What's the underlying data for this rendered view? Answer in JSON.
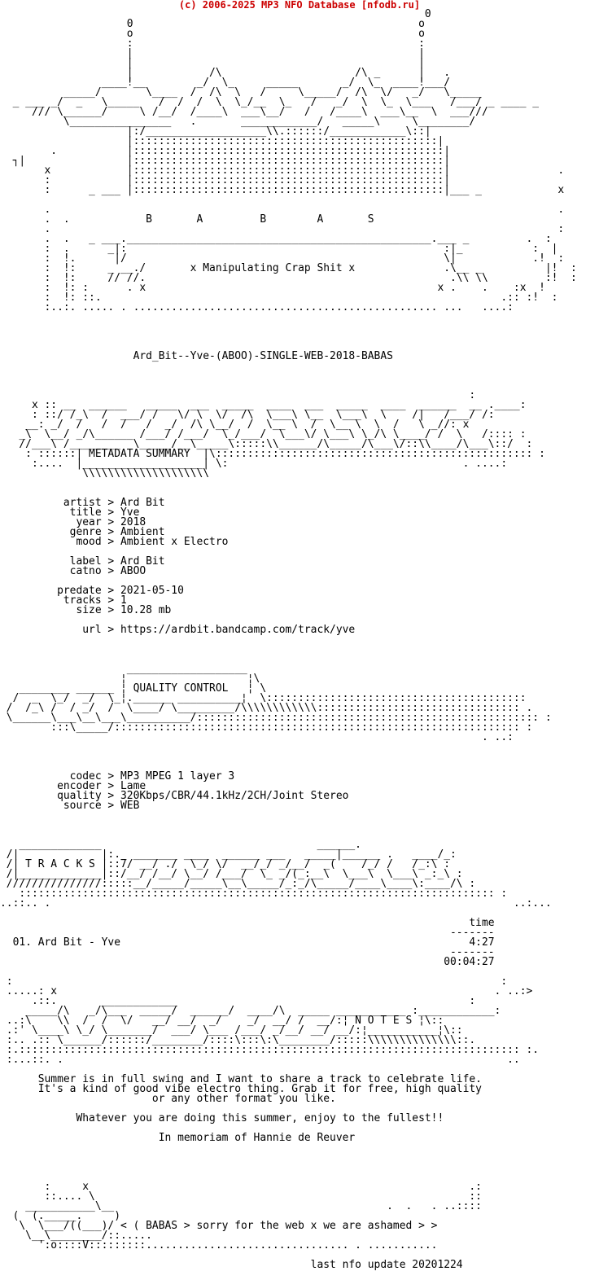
{
  "header": {
    "text": "(c) 2006-2025 MP3 NFO Database [nfodb.ru]",
    "color": "#cc0000"
  },
  "nfo": {
    "lines": [
      "                                                                   0",
      "                    0                                             o",
      "                    o                                             o",
      "                    :                                             :",
      "                    |                                             |",
      "                    |                                             |",
      "                    |            /\\                     /\\ _      |   .",
      "                ____!__        _/  \\_     _____       _/  \\_  ____!___/",
      "          _____/       \\____  /  /\\  \\   /     \\_____/  /\\  \\/   _/   \\_____",
      "  _ ___ _/  _   \\_____   /  /  /  \\  \\_/__  \\_   /   _/  \\  \\_  \\___   /___/ _ ____ _",
      "     /// \\______/     \\ /__/  /____\\  ___\\__/   /   /____\\  ___\\__  \\  ___/// ",
      "          \\________________   .       ____________/   _____\\     \\________/",
      "                    |:/___________________\\\\.::::::/____________\\::|",
      "                    |::::::::::::::::::::::::::::::::::::::::::::::::|",
      "        .           |:::::::::::::::::::::::::::::::::::::::::::::::::|",
      "  ┐|                |:::::::::::::::::::::::::::::::::::::::::::::::::|",
      "       x            |:::::::::::::::::::::::::::::::::::::::::::::::::|                 .",
      "       :            |:::::::::::::::::::::::::::::::::::::::::::::::::|",
      "       :      _ ___ |:::::::::::::::::::::::::::::::::::::::::::::::::|___ _            x",
      "",
      "       .                                                                                .",
      "       .  .            B       A         B        A       S",
      "       .                                                                                :",
      "       .  .   _ ___.________________________________________________.___ _         .  :",
      "       :  .      _|:                                                  :|_           :  |",
      "       :  !.      |/                                                  \\|            .!  :",
      "       :  !:     _ __./       x Manipulating Crap Shit x              .\\__ _          |!  :",
      "       :  !:     // //.                                                .\\\\ \\\\         :!  :",
      "       :  !: :      . x                                              x .    .    :x  !",
      "       :  !: ::.                                                               .:: :!  :",
      "       :..:. ..... . ................................................ ...   ....:",
      "",
      "",
      "",
      "",
      "                     Ard_Bit--Yve-(ABOO)-SINGLE-WEB-2018-BABAS",
      "",
      "",
      "",
      "                                                                          :",
      "     x :: __  ______   _____  ___  _____  ____  ___  _____  ____  ______  __ .____:",
      "     : ::/ /_\\  /  ___/ /   \\/ \\  \\/  /\\  \\___\\ \\__  \\___\\  \\    /|   /___/ /:",
      "    __: _/  /   /  /   /  _/  /\\ \\__/  /  \\__ \\  /  \\__ \\  \\  /   \\ _//: x",
      "   _\\  \\__/ _/\\______ /___/ /___/  \\_/___/  \\___\\/ \\___\\ \\_/\\ \\____/ /  \\   /:::: :",
      "   //___\\ /________  \\_____/__\\_____\\:::::\\\\______/\\_____/\\___\\/::\\\\____/\\___\\::/  :",
      "    : ::::::| METADATA SUMMARY  |\\:::::::::::::::::::::::::::::::::::::::::::::::::: :",
      "     :....  |___________________| \\:                                     . ....:",
      "             \\\\\\\\\\\\\\\\\\\\\\\\\\\\\\\\\\\\\\\\",
      "",
      "",
      "          artist > Ard Bit",
      "           title > Yve",
      "            year > 2018",
      "           genre > Ambient",
      "            mood > Ambient x Electro",
      "",
      "           label > Ard Bit",
      "           catno > ABOO",
      "",
      "         predate > 2021-05-10",
      "          tracks > 1",
      "            size > 10.28 mb",
      "",
      "             url > https://ardbit.bandcamp.com/track/yve",
      "",
      "",
      "",
      "                    ___________________",
      "                   ¦                   ¦\\",
      "   ________ ______ ¦ QUALITY CONTROL   ¦ \\",
      "  /  _  \\_/  _/  \\_¦.______ __________¦  \\::::::::::::::::::::::::::::::::::::::::: ",
      " /  /_\\ /  / _/  /  \\____/ \\_________/\\\\\\\\\\\\\\\\\\\\\\\\:::::::::::::::::::::::::::::::: .",
      " \\______\\___\\__\\___\\__________/:::::::::::::::::::::::::::::::::::::::::::::::::::::: :",
      "        :::\\_____/:::::::::::::::::::::::::::::::::::::::::::::::::::::::::::::::: :",
      "                                                                            . ..:",
      "",
      "",
      "",
      "           codec > MP3 MPEG 1 layer 3",
      "         encoder > Lame",
      "         quality > 320Kbps/CBR/44.1kHz/2CH/Joint Stereo",
      "          source > WEB",
      "",
      "",
      "",
      "   _____________                                  ______.",
      " /|             |:._ _______ ____  ______ ___   _____|______ .   ____/_:",
      " /| T R A C K S |::7/ __/ ./  \\_/ \\/  __/_/ _/__/  _(    /_/ /   /_:\\ :",
      " /|_____________|::/__/ /__/ \\__/ /___/  \\_ _/(_:__\\  \\___\\  \\___\\ _:_\\ :",
      " ///////////////:::::__/_____/_____\\__\\_____/_:_/\\_____/____\\____\\:____/\\ :",
      "   ::::::::::::::::::::::::::::::::::::::::::::::::::::::::::::::::::::::::::: :",
      "..::.. .                                                                         ..:...",
      "",
      "                                                                          time",
      "                                                                       -------",
      "  01. Ard Bit - Yve                                                       4:27",
      "                                                                       -------",
      "                                                                      00:04:27",
      "",
      " :                                                                             :",
      " .....: x                                                                     . ..:>",
      "     .::.       ____________                                              :",
      "    _____/\\   _/\\___  _____/  ______/  ____/\\  _____ ___________ :____________:",
      " ..:\\    \\\\  /  /  \\/   __/ __/  _/    _/  __/ /  __/:¦ N O T E S ¦\\::",
      " .:' \\____\\ \\_/ \\_______/  ___/ \\___ /___/ _/__/ __/ __/:¦___________¦\\::",
      " :.. .:: \\______/::::::/________/::::\\:::\\:\\________/:::::\\\\\\\\\\\\\\\\\\\\\\\\\\\\::.",
      " :.::::::::::::::::::::::::::::::::::::::::::::::::::::::::::::::::::::::::::::::: :.",
      " :...::. .                                                                      ..",
      "",
      "      Summer is in full swing and I want to share a track to celebrate life.",
      "      It's a kind of good vibe electro thing. Grab it for free, high quality",
      "                        or any other format you like.",
      "",
      "            Whatever you are doing this summer, enjoy to the fullest!!",
      "",
      "                         In memoriam of Hannie de Reuver",
      "",
      "",
      "",
      "",
      "       :     x                                                            .:",
      "       ::.... \\                                                           ::",
      "    ___________\\__                                           .  .   . ..::::",
      "  (  (._____.     )",
      "   \\  \\___/((___)/ < ( BABAS > sorry for the web x we are ashamed > >",
      "    \\__\\________/::.....",
      "      ':o::::V:::::::::................................ . ...........",
      "",
      "                                                 last nfo update 20201224"
    ]
  }
}
